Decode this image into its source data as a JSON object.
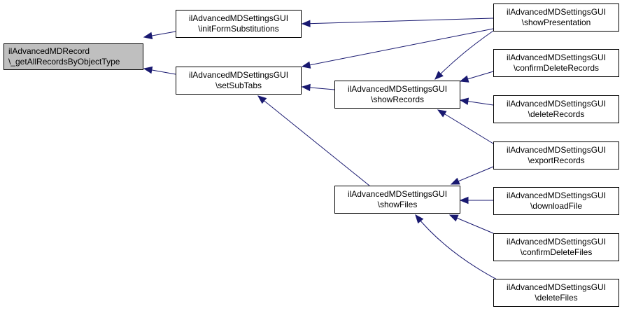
{
  "colors": {
    "edge": "#191970",
    "root_fill": "#bfbfbf",
    "node_fill": "#ffffff",
    "border": "#000000"
  },
  "nodes": {
    "root": {
      "line1": "ilAdvancedMDRecord",
      "line2": "\\_getAllRecordsByObjectType"
    },
    "initForm": {
      "line1": "ilAdvancedMDSettingsGUI",
      "line2": "\\initFormSubstitutions"
    },
    "setSub": {
      "line1": "ilAdvancedMDSettingsGUI",
      "line2": "\\setSubTabs"
    },
    "showRec": {
      "line1": "ilAdvancedMDSettingsGUI",
      "line2": "\\showRecords"
    },
    "showFiles": {
      "line1": "ilAdvancedMDSettingsGUI",
      "line2": "\\showFiles"
    },
    "showPres": {
      "line1": "ilAdvancedMDSettingsGUI",
      "line2": "\\showPresentation"
    },
    "confDelRec": {
      "line1": "ilAdvancedMDSettingsGUI",
      "line2": "\\confirmDeleteRecords"
    },
    "delRec": {
      "line1": "ilAdvancedMDSettingsGUI",
      "line2": "\\deleteRecords"
    },
    "expRec": {
      "line1": "ilAdvancedMDSettingsGUI",
      "line2": "\\exportRecords"
    },
    "dlFile": {
      "line1": "ilAdvancedMDSettingsGUI",
      "line2": "\\downloadFile"
    },
    "confDelFiles": {
      "line1": "ilAdvancedMDSettingsGUI",
      "line2": "\\confirmDeleteFiles"
    },
    "delFiles": {
      "line1": "ilAdvancedMDSettingsGUI",
      "line2": "\\deleteFiles"
    }
  }
}
